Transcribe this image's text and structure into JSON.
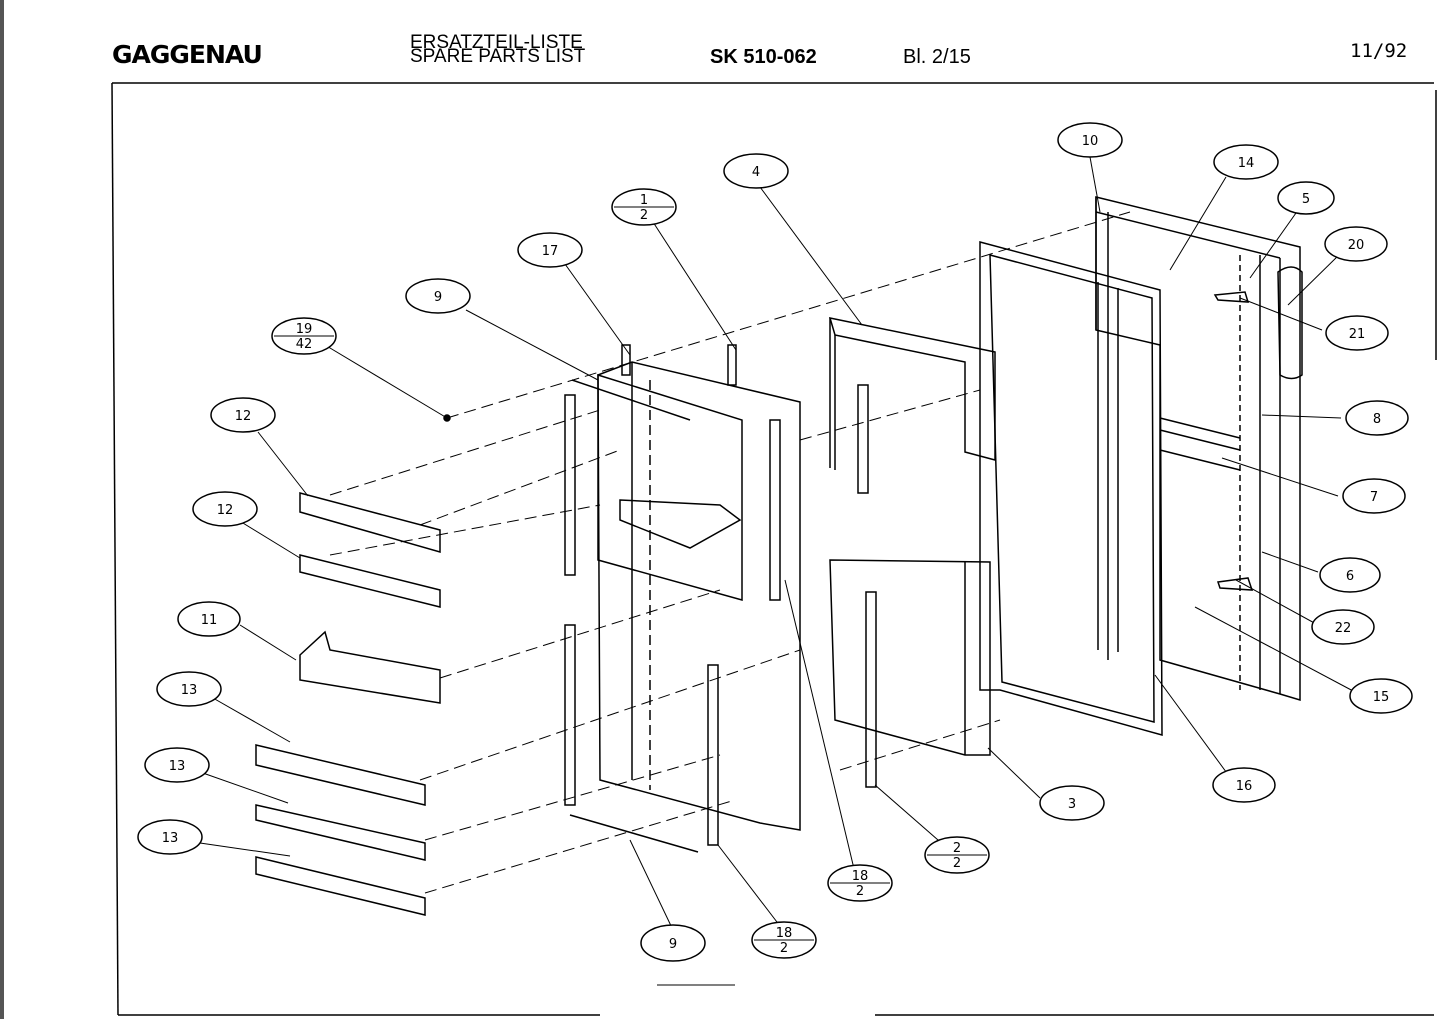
{
  "header": {
    "brand": "GAGGENAU",
    "title_de": "ERSATZTEIL-LISTE",
    "title_en": "SPARE PARTS LIST",
    "model": "SK 510-062",
    "sheet": "Bl. 2/15",
    "date": "11/92"
  },
  "callouts": [
    {
      "id": "c-10",
      "top": "10"
    },
    {
      "id": "c-14",
      "top": "14"
    },
    {
      "id": "c-5",
      "top": "5"
    },
    {
      "id": "c-20",
      "top": "20"
    },
    {
      "id": "c-21",
      "top": "21"
    },
    {
      "id": "c-8",
      "top": "8"
    },
    {
      "id": "c-7",
      "top": "7"
    },
    {
      "id": "c-6",
      "top": "6"
    },
    {
      "id": "c-22",
      "top": "22"
    },
    {
      "id": "c-15",
      "top": "15"
    },
    {
      "id": "c-16",
      "top": "16"
    },
    {
      "id": "c-3",
      "top": "3"
    },
    {
      "id": "c-4",
      "top": "4"
    },
    {
      "id": "c-1-2",
      "top": "1",
      "bottom": "2"
    },
    {
      "id": "c-17",
      "top": "17"
    },
    {
      "id": "c-9a",
      "top": "9"
    },
    {
      "id": "c-19-42",
      "top": "19",
      "bottom": "42"
    },
    {
      "id": "c-12a",
      "top": "12"
    },
    {
      "id": "c-12b",
      "top": "12"
    },
    {
      "id": "c-11",
      "top": "11"
    },
    {
      "id": "c-13a",
      "top": "13"
    },
    {
      "id": "c-13b",
      "top": "13"
    },
    {
      "id": "c-13c",
      "top": "13"
    },
    {
      "id": "c-9b",
      "top": "9"
    },
    {
      "id": "c-18-2a",
      "top": "18",
      "bottom": "2"
    },
    {
      "id": "c-18-2b",
      "top": "18",
      "bottom": "2"
    },
    {
      "id": "c-2-2",
      "top": "2",
      "bottom": "2"
    }
  ]
}
